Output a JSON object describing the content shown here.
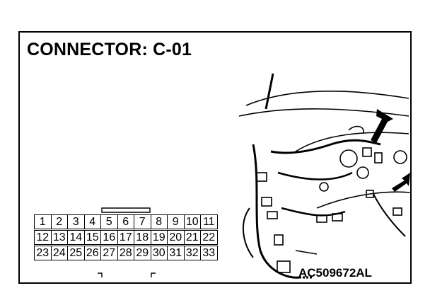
{
  "title": "CONNECTOR: C-01",
  "code": "AC509672AL",
  "connector": {
    "rows": [
      [
        "1",
        "2",
        "3",
        "4",
        "5",
        "6",
        "7",
        "8",
        "9",
        "10",
        "11"
      ],
      [
        "12",
        "13",
        "14",
        "15",
        "16",
        "17",
        "18",
        "19",
        "20",
        "21",
        "22"
      ],
      [
        "23",
        "24",
        "25",
        "26",
        "27",
        "28",
        "29",
        "30",
        "31",
        "32",
        "33"
      ]
    ]
  },
  "icons": [
    "arrow-icon",
    "wiring-harness-illustration"
  ]
}
